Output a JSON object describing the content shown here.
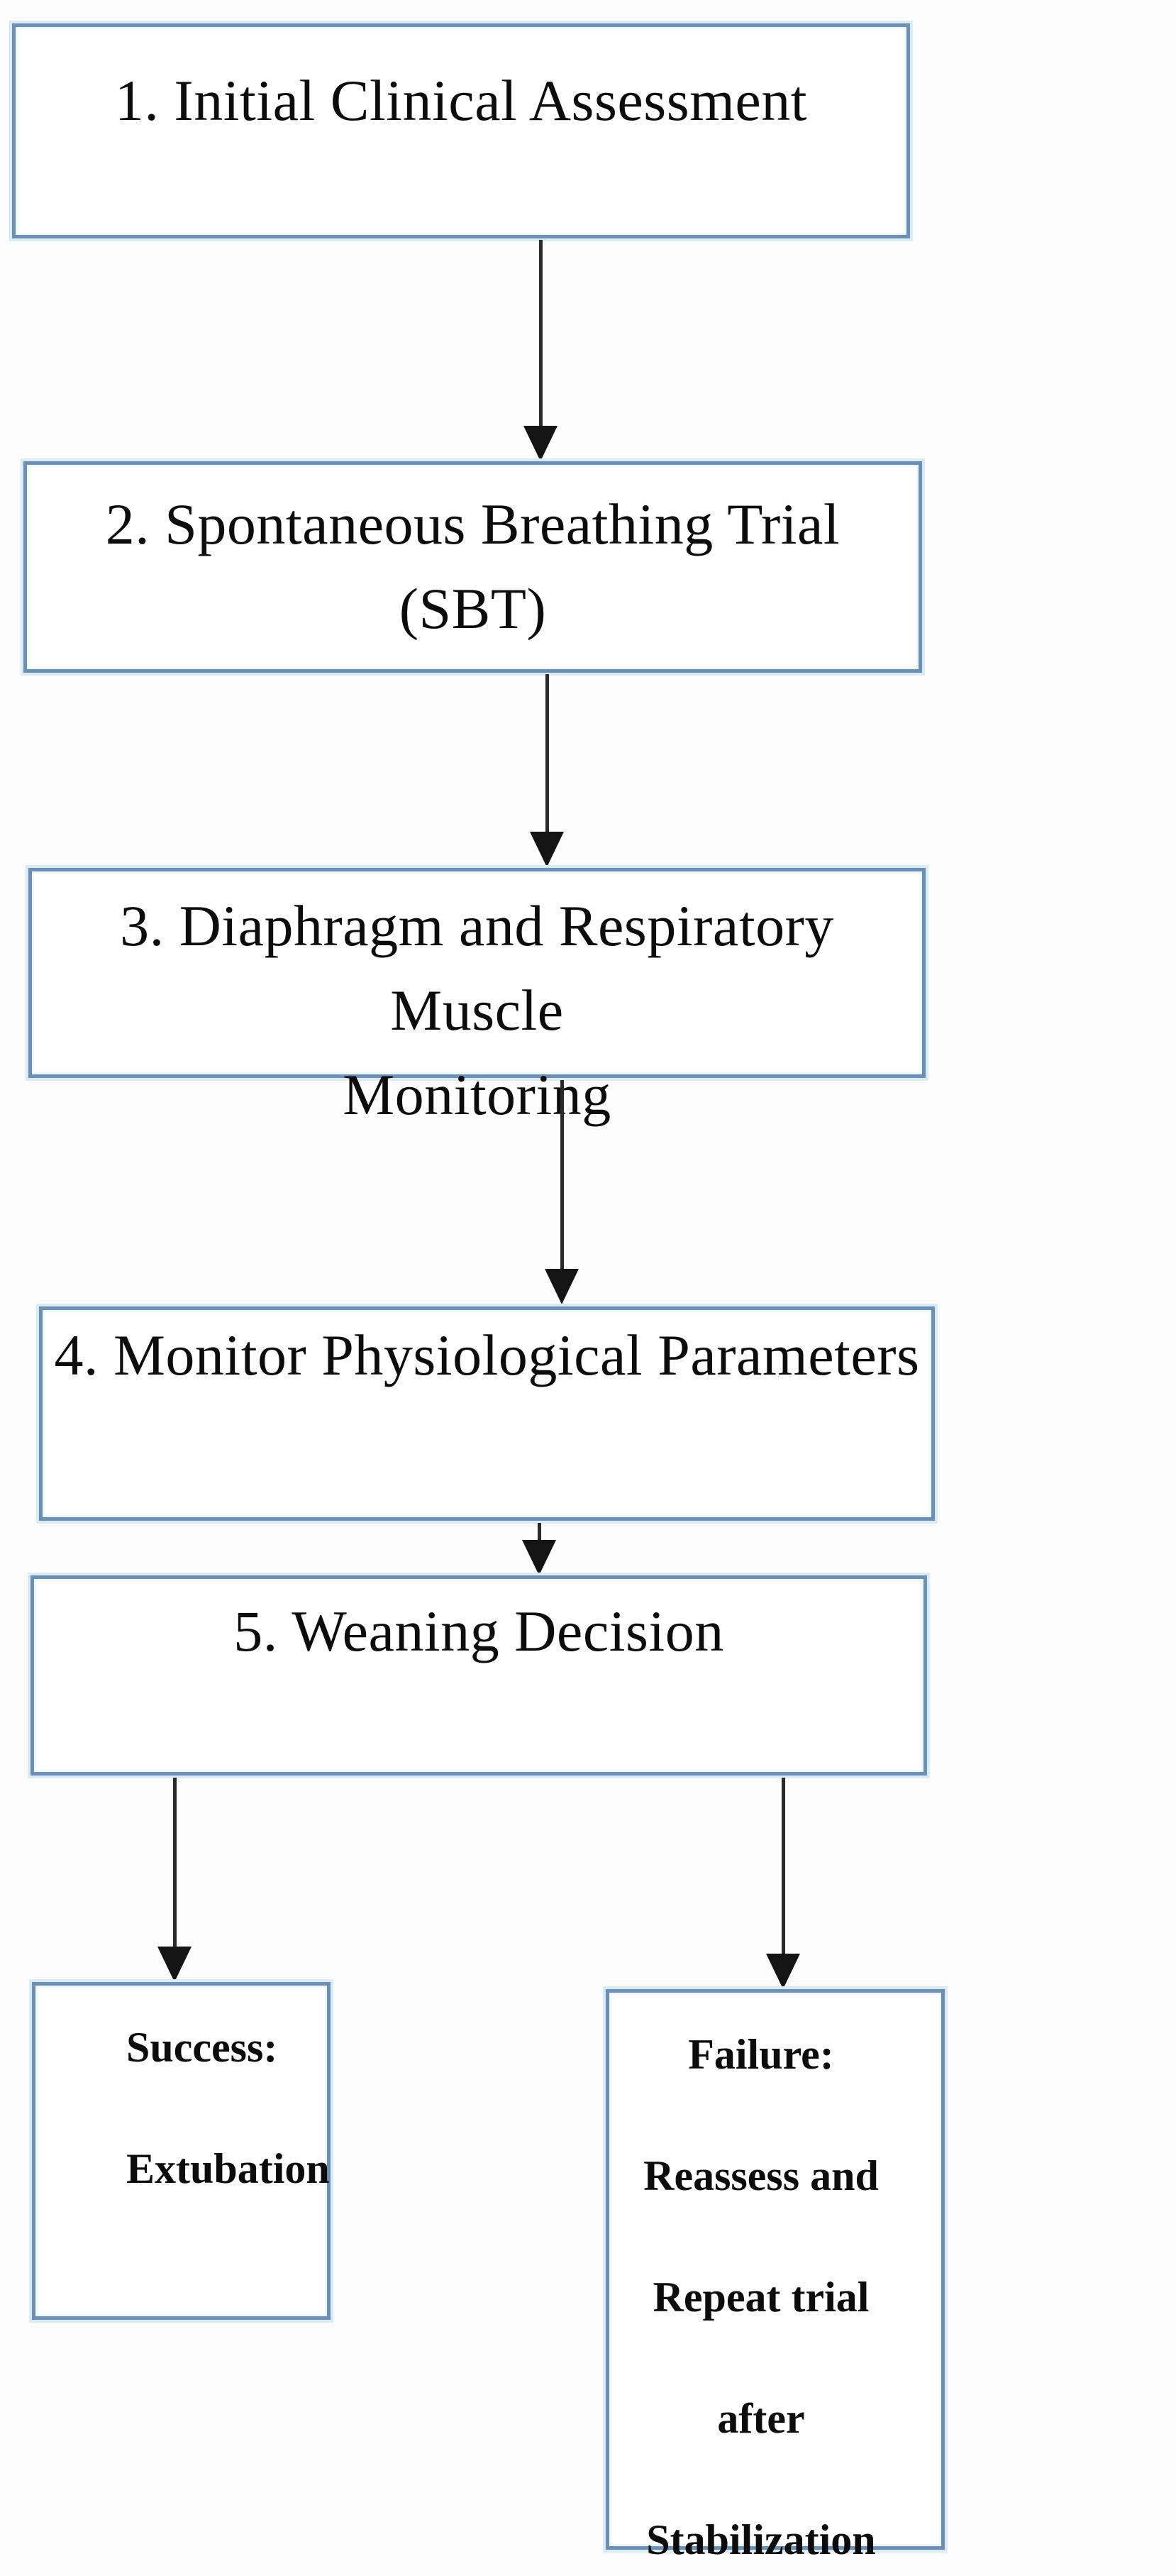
{
  "nodes": {
    "step1": {
      "lines": [
        "1. Initial Clinical Assessment"
      ]
    },
    "step2": {
      "lines": [
        "2. Spontaneous Breathing Trial (SBT)"
      ]
    },
    "step3": {
      "lines": [
        "3. Diaphragm and Respiratory Muscle",
        "Monitoring"
      ]
    },
    "step4": {
      "lines": [
        "4. Monitor Physiological Parameters"
      ]
    },
    "step5": {
      "lines": [
        "5. Weaning Decision"
      ]
    },
    "success": {
      "lines": [
        "Success:",
        "Extubation"
      ]
    },
    "failure": {
      "lines": [
        "Failure:",
        "Reassess and",
        "Repeat trial after",
        "Stabilization"
      ]
    }
  },
  "edges": [
    {
      "from": "step1",
      "to": "step2"
    },
    {
      "from": "step2",
      "to": "step3"
    },
    {
      "from": "step3",
      "to": "step4"
    },
    {
      "from": "step4",
      "to": "step5"
    },
    {
      "from": "step5",
      "to": "success"
    },
    {
      "from": "step5",
      "to": "failure"
    }
  ],
  "colors": {
    "box_border": "#6e8fb4",
    "box_halo": "#d9ecf6",
    "arrow": "#1e1e1e",
    "text": "#0c0c0c",
    "background": "#fdfdfd"
  }
}
